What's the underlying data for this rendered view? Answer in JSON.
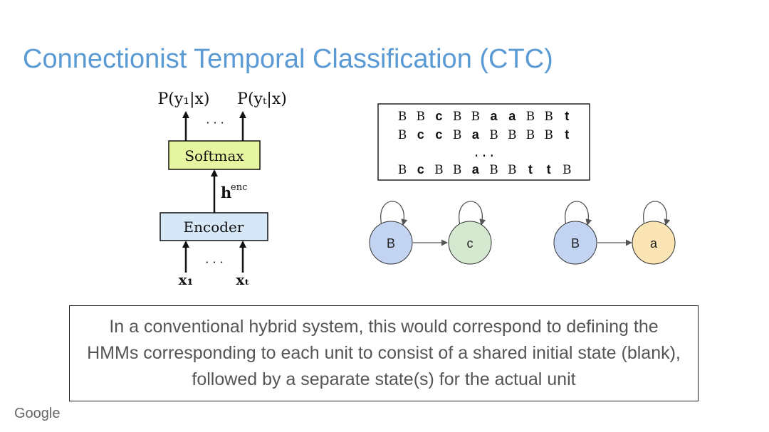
{
  "title": "Connectionist Temporal Classification (CTC)",
  "encoder_diagram": {
    "output_1": "P(y₁|x)",
    "output_T": "P(yₜ|x)",
    "ellipsis_top": "· · ·",
    "softmax_label": "Softmax",
    "hidden_label": "h",
    "hidden_sup": "enc",
    "encoder_label": "Encoder",
    "ellipsis_bottom": "· · ·",
    "input_1": "x₁",
    "input_T": "xₜ",
    "colors": {
      "softmax": "#e6f5a0",
      "encoder": "#d6e8f7"
    }
  },
  "alignments": {
    "rows": [
      [
        "B",
        "B",
        "c",
        "B",
        "B",
        "a",
        "a",
        "B",
        "B",
        "t"
      ],
      [
        "B",
        "c",
        "c",
        "B",
        "a",
        "B",
        "B",
        "B",
        "B",
        "t"
      ],
      [
        "B",
        "c",
        "B",
        "B",
        "a",
        "B",
        "B",
        "t",
        "t",
        "B"
      ]
    ],
    "ellipsis": "..."
  },
  "hmm": {
    "states": [
      {
        "label": "B",
        "color": "#c2d4f2"
      },
      {
        "label": "c",
        "color": "#d5e8d0"
      },
      {
        "label": "B",
        "color": "#c2d4f2"
      },
      {
        "label": "a",
        "color": "#fce5b4"
      }
    ]
  },
  "note": "In a conventional hybrid system, this would correspond to defining the HMMs corresponding to each unit to consist of a shared initial state (blank), followed by a separate state(s) for the actual unit",
  "brand": "Google"
}
